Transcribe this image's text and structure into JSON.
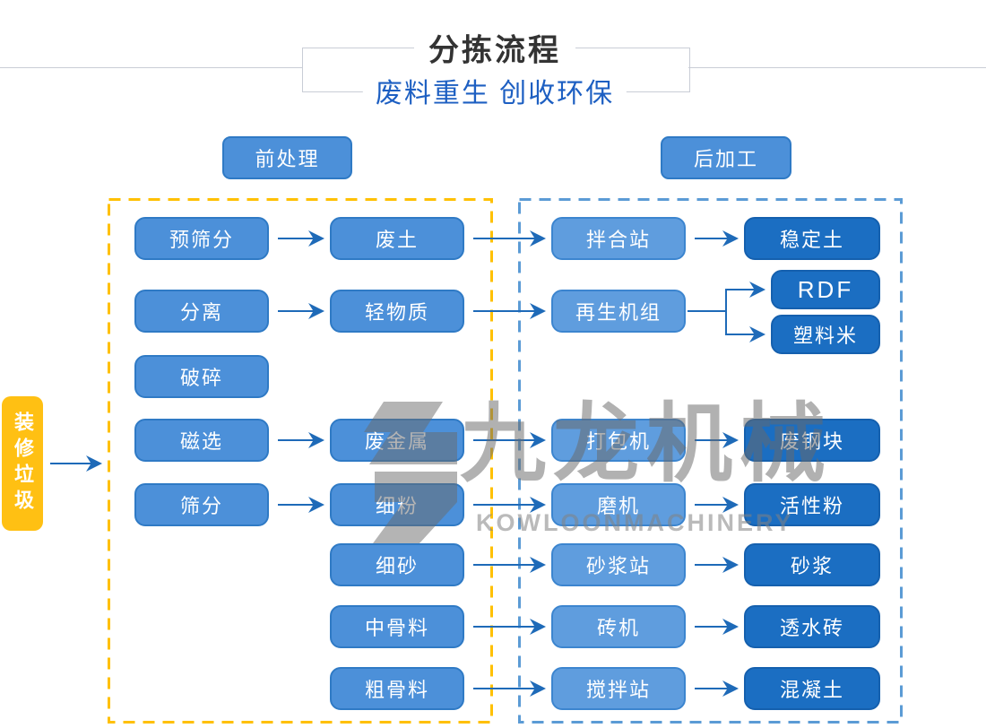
{
  "header": {
    "title": "分拣流程",
    "subtitle": "废料重生 创收环保"
  },
  "sections": {
    "left_label": "前处理",
    "right_label": "后加工"
  },
  "source": {
    "label": "装修垃圾"
  },
  "watermark": {
    "cn": "九龙机械",
    "en": "KOWLOONMACHINERY"
  },
  "colors": {
    "process_box": "#4c90d9",
    "process_box_right": "#5f9dde",
    "output_box": "#1b6ec2",
    "source_yellow": "#ffc013",
    "zone_left_dash": "#ffc000",
    "zone_right_dash": "#5b9bd5",
    "arrow": "#1e6ab8",
    "header_line": "#c9cdd6",
    "subtitle_blue": "#1d5fc2"
  },
  "diagram": {
    "nodes": [
      {
        "id": "pre-screen",
        "label": "预筛分",
        "col": "c1",
        "row": "r1",
        "variant": "light"
      },
      {
        "id": "separation",
        "label": "分离",
        "col": "c1",
        "row": "r2",
        "variant": "light"
      },
      {
        "id": "crushing",
        "label": "破碎",
        "col": "c1",
        "row": "r3",
        "variant": "light"
      },
      {
        "id": "magnetic-sort",
        "label": "磁选",
        "col": "c1",
        "row": "r4",
        "variant": "light"
      },
      {
        "id": "screening",
        "label": "筛分",
        "col": "c1",
        "row": "r5",
        "variant": "light"
      },
      {
        "id": "waste-soil",
        "label": "废土",
        "col": "c2",
        "row": "r1",
        "variant": "light"
      },
      {
        "id": "light-material",
        "label": "轻物质",
        "col": "c2",
        "row": "r2",
        "variant": "light"
      },
      {
        "id": "scrap-metal",
        "label": "废金属",
        "col": "c2",
        "row": "r4",
        "variant": "light"
      },
      {
        "id": "fine-powder",
        "label": "细粉",
        "col": "c2",
        "row": "r5",
        "variant": "light"
      },
      {
        "id": "fine-sand",
        "label": "细砂",
        "col": "c2",
        "row": "r6",
        "variant": "light"
      },
      {
        "id": "mid-aggregate",
        "label": "中骨料",
        "col": "c2",
        "row": "r7",
        "variant": "light"
      },
      {
        "id": "coarse-aggregate",
        "label": "粗骨料",
        "col": "c2",
        "row": "r8",
        "variant": "light"
      },
      {
        "id": "mixing-station",
        "label": "拌合站",
        "col": "c3",
        "row": "r1",
        "variant": "lighter"
      },
      {
        "id": "regen-unit",
        "label": "再生机组",
        "col": "c3",
        "row": "r2",
        "variant": "lighter"
      },
      {
        "id": "baler",
        "label": "打包机",
        "col": "c3",
        "row": "r4",
        "variant": "lighter"
      },
      {
        "id": "mill",
        "label": "磨机",
        "col": "c3",
        "row": "r5",
        "variant": "lighter"
      },
      {
        "id": "mortar-station",
        "label": "砂浆站",
        "col": "c3",
        "row": "r6",
        "variant": "lighter"
      },
      {
        "id": "brick-machine",
        "label": "砖机",
        "col": "c3",
        "row": "r7",
        "variant": "lighter"
      },
      {
        "id": "stir-station",
        "label": "搅拌站",
        "col": "c3",
        "row": "r8",
        "variant": "lighter"
      },
      {
        "id": "stabilized-soil",
        "label": "稳定土",
        "col": "c4",
        "row": "r1",
        "variant": "dark"
      },
      {
        "id": "rdf",
        "label": "RDF",
        "col": "c4b",
        "row": "rdf",
        "variant": "dark latin"
      },
      {
        "id": "plastic-pellet",
        "label": "塑料米",
        "col": "c4b",
        "row": "pp",
        "variant": "dark"
      },
      {
        "id": "scrap-steel",
        "label": "废钢块",
        "col": "c4",
        "row": "r4",
        "variant": "dark"
      },
      {
        "id": "active-powder",
        "label": "活性粉",
        "col": "c4",
        "row": "r5",
        "variant": "dark"
      },
      {
        "id": "mortar",
        "label": "砂浆",
        "col": "c4",
        "row": "r6",
        "variant": "dark"
      },
      {
        "id": "permeable-brick",
        "label": "透水砖",
        "col": "c4",
        "row": "r7",
        "variant": "dark"
      },
      {
        "id": "concrete",
        "label": "混凝土",
        "col": "c4",
        "row": "r8",
        "variant": "dark"
      }
    ],
    "edges": [
      {
        "type": "entry",
        "from": "source",
        "to": "left-zone"
      },
      {
        "type": "h",
        "from": "pre-screen",
        "to": "waste-soil"
      },
      {
        "type": "h",
        "from": "separation",
        "to": "light-material"
      },
      {
        "type": "h",
        "from": "magnetic-sort",
        "to": "scrap-metal"
      },
      {
        "type": "h",
        "from": "screening",
        "to": "fine-powder"
      },
      {
        "type": "h",
        "from": "waste-soil",
        "to": "mixing-station"
      },
      {
        "type": "h",
        "from": "light-material",
        "to": "regen-unit"
      },
      {
        "type": "h",
        "from": "scrap-metal",
        "to": "baler"
      },
      {
        "type": "h",
        "from": "fine-powder",
        "to": "mill"
      },
      {
        "type": "h",
        "from": "fine-sand",
        "to": "mortar-station"
      },
      {
        "type": "h",
        "from": "mid-aggregate",
        "to": "brick-machine"
      },
      {
        "type": "h",
        "from": "coarse-aggregate",
        "to": "stir-station"
      },
      {
        "type": "h",
        "from": "mixing-station",
        "to": "stabilized-soil"
      },
      {
        "type": "split",
        "from": "regen-unit",
        "to": "rdf"
      },
      {
        "type": "split",
        "from": "regen-unit",
        "to": "plastic-pellet"
      },
      {
        "type": "h",
        "from": "baler",
        "to": "scrap-steel"
      },
      {
        "type": "h",
        "from": "mill",
        "to": "active-powder"
      },
      {
        "type": "h",
        "from": "mortar-station",
        "to": "mortar"
      },
      {
        "type": "h",
        "from": "brick-machine",
        "to": "permeable-brick"
      },
      {
        "type": "h",
        "from": "stir-station",
        "to": "concrete"
      }
    ]
  }
}
